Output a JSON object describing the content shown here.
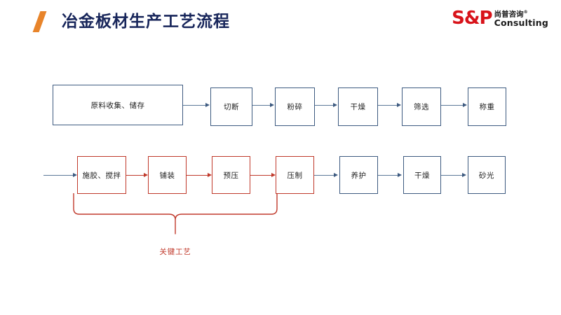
{
  "header": {
    "title": "冶金板材生产工艺流程",
    "accent_color": "#E8842A",
    "title_color": "#17255A"
  },
  "logo": {
    "mark": "S&P",
    "cn_name": "尚普咨询",
    "registered": "®",
    "en_name": "Consulting",
    "mark_color": "#D8131A"
  },
  "diagram": {
    "type": "flowchart",
    "blue_color": "#3D5A80",
    "red_color": "#C0392B",
    "row1": [
      {
        "label": "原料收集、储存",
        "style": "blue"
      },
      {
        "label": "切断",
        "style": "blue"
      },
      {
        "label": "粉碎",
        "style": "blue"
      },
      {
        "label": "干燥",
        "style": "blue"
      },
      {
        "label": "筛选",
        "style": "blue"
      },
      {
        "label": "称重",
        "style": "blue"
      }
    ],
    "row2": [
      {
        "label": "施胶、搅拌",
        "style": "red"
      },
      {
        "label": "铺装",
        "style": "red"
      },
      {
        "label": "预压",
        "style": "red"
      },
      {
        "label": "压制",
        "style": "red"
      },
      {
        "label": "养护",
        "style": "blue"
      },
      {
        "label": "干燥",
        "style": "blue"
      },
      {
        "label": "砂光",
        "style": "blue"
      }
    ],
    "annotation": {
      "label": "关键工艺",
      "color": "#C0392B",
      "covers": [
        "施胶、搅拌",
        "铺装",
        "预压",
        "压制"
      ]
    }
  }
}
